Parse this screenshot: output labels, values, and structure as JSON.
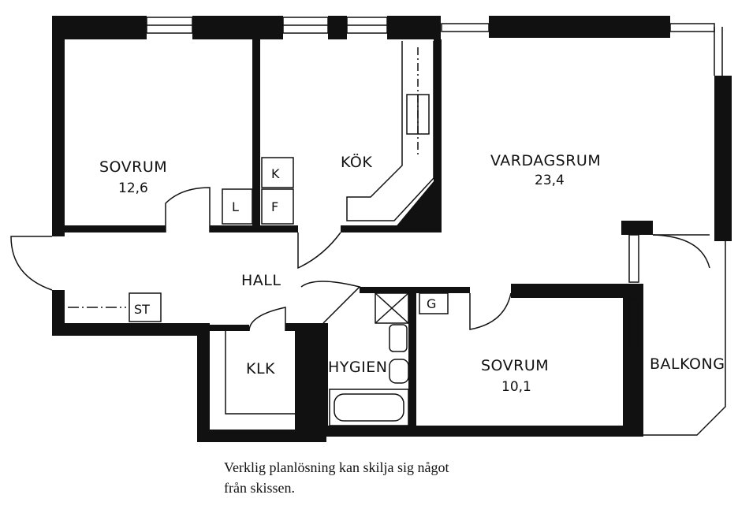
{
  "rooms": {
    "bedroom_1": {
      "name": "SOVRUM",
      "area": "12,6"
    },
    "kitchen": {
      "name": "KÖK"
    },
    "living_room": {
      "name": "VARDAGSRUM",
      "area": "23,4"
    },
    "hall": {
      "name": "HALL"
    },
    "closet": {
      "name": "KLK"
    },
    "bathroom": {
      "name": "HYGIEN"
    },
    "bedroom_2": {
      "name": "SOVRUM",
      "area": "10,1"
    },
    "balcony": {
      "name": "BALKONG"
    }
  },
  "fixtures": {
    "kitchen_k": "K",
    "kitchen_l": "L",
    "kitchen_f": "F",
    "hall_st": "ST",
    "bath_g": "G"
  },
  "disclaimer": {
    "line1": "Verklig planlösning kan skilja sig något",
    "line2": "från skissen."
  }
}
